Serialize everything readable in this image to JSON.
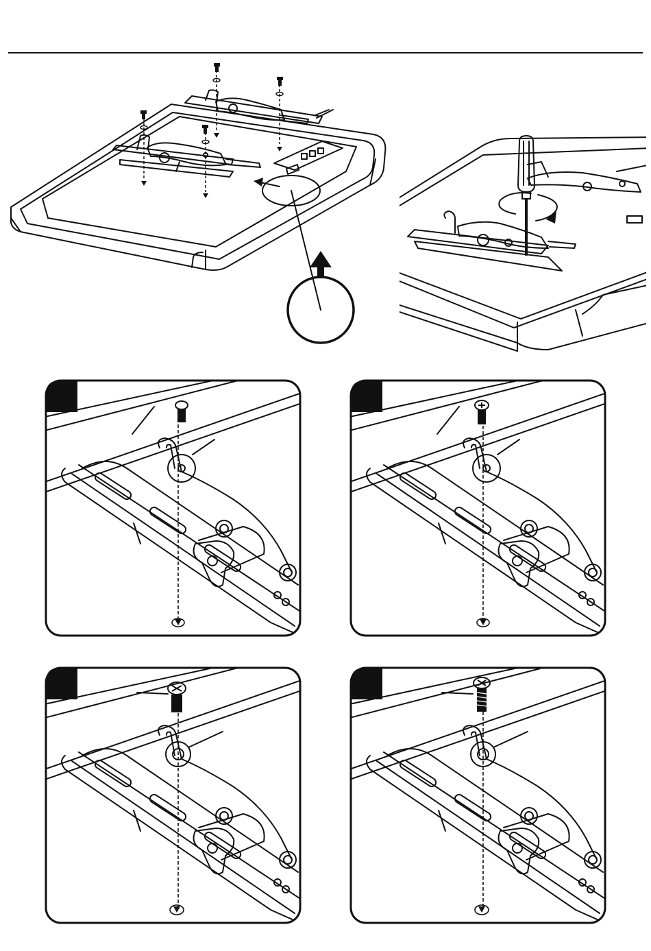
{
  "page": {
    "background": "#ffffff",
    "ink": "#111111"
  },
  "overview": {
    "screws": 4,
    "arrow_direction": "up",
    "detail_circle": "callout-circle"
  },
  "tightening_view": {
    "tool": "screwdriver",
    "rotation": "clockwise"
  },
  "detail_panels": [
    {
      "id": "A",
      "screw_style": "pan-head",
      "badge_color": "#111111"
    },
    {
      "id": "B",
      "screw_style": "cross-head",
      "badge_color": "#111111"
    },
    {
      "id": "C",
      "screw_style": "cross-head-large",
      "badge_color": "#111111"
    },
    {
      "id": "D",
      "screw_style": "cross-head-threaded",
      "badge_color": "#111111"
    }
  ]
}
